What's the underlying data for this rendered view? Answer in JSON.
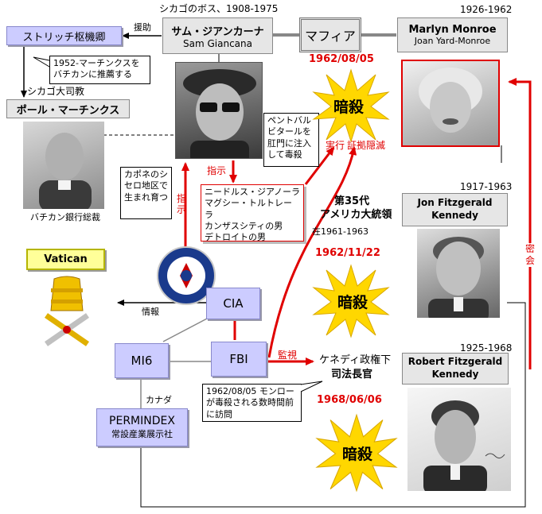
{
  "colors": {
    "red": "#e00000",
    "lavender": "#ccccff",
    "gray_box": "#e6e6e6",
    "burst": "#ffd700",
    "vatican_yellow": "#ffff99"
  },
  "straussch": {
    "label": "ストリッチ枢機卿"
  },
  "help_label": "援助",
  "giancana": {
    "caption": "シカゴのボス、1908-1975",
    "name_jp": "サム・ジアンカーナ",
    "name_en": "Sam Giancana"
  },
  "mafia": {
    "label": "マフィア"
  },
  "monroe": {
    "years": "1926-1962",
    "name": "Marlyn Monroe",
    "sub": "Joan Yard-Monroe"
  },
  "note_1952": "1952-マーチンクスをバチカンに推薦する",
  "chicago_bishop": "シカゴ大司教",
  "marcinkus": {
    "label": "ポール・マーチンクス",
    "caption": "バチカン銀行総裁"
  },
  "note_capone": "カポネのシセロ地区で生まれ育つ",
  "note_pentobarbital": "ペントバルビタールを肛門に注入して毒殺",
  "instruction1": "指示",
  "instruction2": "指示",
  "execution": "実行",
  "evidence": "証拠隠滅",
  "killers": {
    "lines": [
      "ニードルス・ジアノーラ",
      "マグシー・トルトレーラ",
      "カンザスシティの男",
      "デトロイトの男"
    ]
  },
  "jfk": {
    "years": "1917-1963",
    "name": "Jon Fitzgerald Kennedy",
    "title1": "第35代",
    "title2": "アメリカ大統領",
    "term": "在1961-1963"
  },
  "assassination": {
    "date1": "1962/08/05",
    "date2": "1962/11/22",
    "date3": "1968/06/06",
    "label": "暗殺"
  },
  "vatican": {
    "label": "Vatican"
  },
  "info_label": "情報",
  "cia": {
    "label": "CIA"
  },
  "mi6": {
    "label": "MI6"
  },
  "fbi": {
    "label": "FBI"
  },
  "watch_label": "監視",
  "rfk": {
    "years": "1925-1968",
    "name": "Robert Fitzgerald Kennedy",
    "title1": "ケネディ政権下",
    "title2": "司法長官"
  },
  "secret_meeting": "密会",
  "canada_label": "カナダ",
  "note_1962": "1962/08/05 モンローが毒殺される数時間前に訪問",
  "permindex": {
    "name": "PERMINDEX",
    "sub": "常設産業展示社"
  }
}
